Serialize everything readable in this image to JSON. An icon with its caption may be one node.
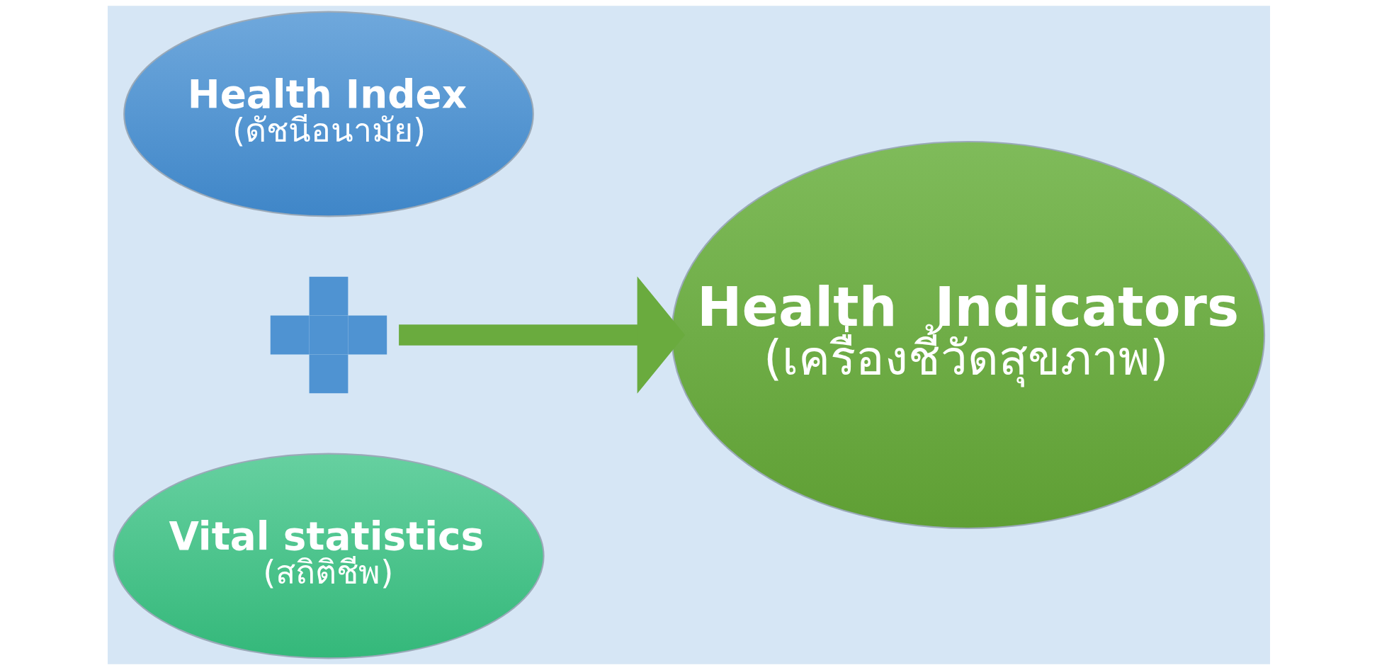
{
  "diagram": {
    "nodes": [
      {
        "text": [
          "Health Index",
          "(ดัชนีอนามัย)"
        ]
      },
      {
        "text": [],
        "shape": "plus"
      },
      {
        "text": [
          "Vital statistics",
          "(สถิติชีพ)"
        ]
      },
      {
        "text": [
          "Health  Indicators",
          "(เครื่องชี้วัดสุขภาพ)"
        ]
      }
    ],
    "edges": [
      {
        "from": 1,
        "to": 3,
        "arrow": "to"
      }
    ]
  }
}
